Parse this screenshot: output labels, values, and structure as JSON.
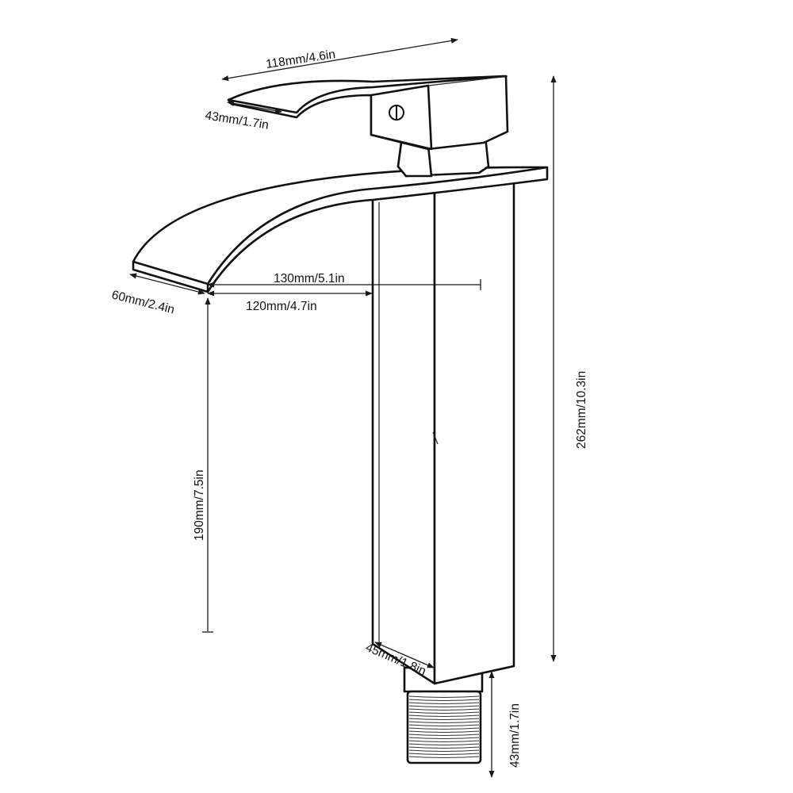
{
  "dimensions": {
    "handle_length": "118mm/4.6in",
    "handle_width": "43mm/1.7in",
    "spout_reach": "130mm/5.1in",
    "spout_to_body": "120mm/4.7in",
    "spout_width": "60mm/2.4in",
    "spout_height": "190mm/7.5in",
    "total_height": "262mm/10.3in",
    "body_width": "45mm/1.8in",
    "thread_length": "43mm/1.7in"
  }
}
